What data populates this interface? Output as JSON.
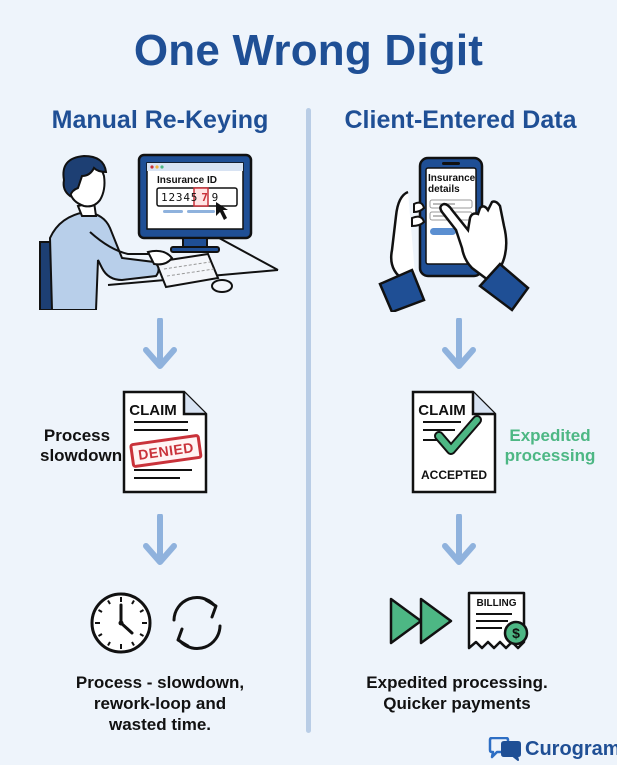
{
  "title": "One Wrong Digit",
  "left": {
    "heading": "Manual Re-Keying",
    "screen": {
      "label": "Insurance ID",
      "digits": [
        "1",
        "2",
        "3",
        "4",
        "5",
        "7",
        "9"
      ],
      "wrong_digit_index": 5
    },
    "claim": {
      "header": "CLAIM",
      "stamp": "DENIED"
    },
    "side_label": [
      "Process",
      "slowdown"
    ],
    "outcome": [
      "Process - slowdown,",
      "rework-loop and",
      "wasted time."
    ]
  },
  "right": {
    "heading": "Client-Entered Data",
    "phone": {
      "line1": "Insurance",
      "line2": "details"
    },
    "claim": {
      "header": "CLAIM",
      "status": "ACCEPTED"
    },
    "side_label": [
      "Expedited",
      "processing"
    ],
    "billing": "BILLING",
    "outcome": [
      "Expedited processing.",
      "Quicker payments"
    ]
  },
  "brand": {
    "name": "Curogram"
  },
  "colors": {
    "navy": "#1f4f95",
    "arrow": "#8fb2dd",
    "green": "#4db784",
    "red": "#c9323a"
  },
  "icons": [
    "computer-user-icon",
    "arrow-down-icon",
    "claim-denied-icon",
    "clock-icon",
    "refresh-icon",
    "phone-hands-icon",
    "claim-accepted-icon",
    "fast-forward-icon",
    "billing-icon",
    "chat-bubbles-icon"
  ]
}
